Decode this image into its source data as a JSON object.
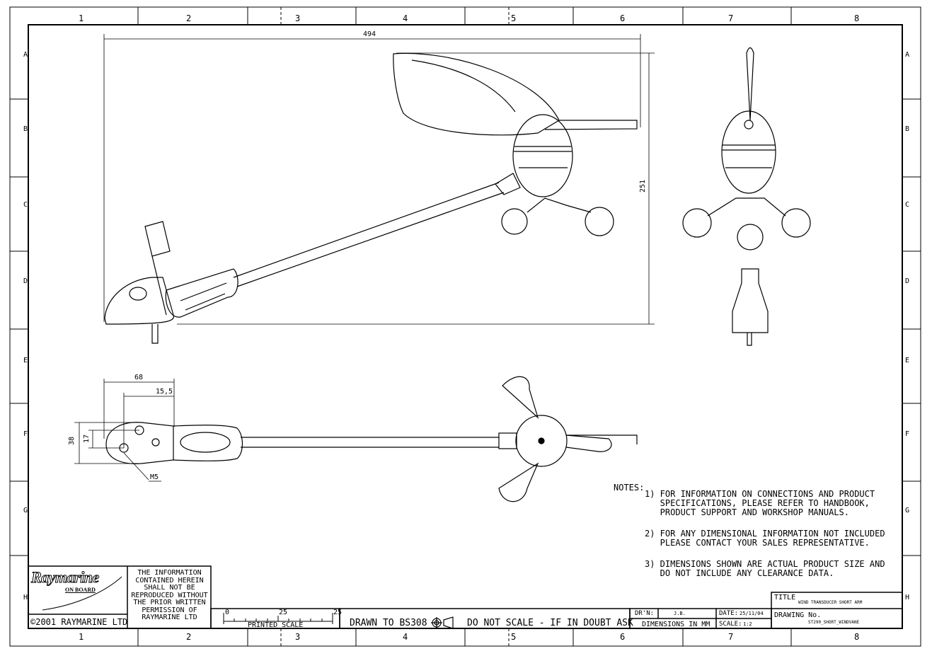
{
  "grid": {
    "columns": [
      "1",
      "2",
      "3",
      "4",
      "5",
      "6",
      "7",
      "8"
    ],
    "rows": [
      "A",
      "B",
      "C",
      "D",
      "E",
      "F",
      "G",
      "H"
    ]
  },
  "dimensions": {
    "overall_length": "494",
    "overall_height": "251",
    "base_length": "68",
    "base_offset": "15,5",
    "base_width": "38",
    "base_hole_spacing": "17",
    "thread": "M5"
  },
  "notes": {
    "heading": "NOTES:",
    "items": [
      "1) FOR INFORMATION ON CONNECTIONS AND PRODUCT\n   SPECIFICATIONS, PLEASE REFER TO HANDBOOK,\n   PRODUCT SUPPORT AND WORKSHOP MANUALS.",
      "2) FOR ANY DIMENSIONAL INFORMATION NOT INCLUDED\n   PLEASE CONTACT YOUR SALES REPRESENTATIVE.",
      "3) DIMENSIONS SHOWN ARE ACTUAL PRODUCT SIZE AND\n   DO NOT INCLUDE ANY CLEARANCE DATA."
    ]
  },
  "title_block": {
    "logo_text": "Raymarine",
    "logo_subtext": "ON BOARD",
    "copyright": "©2001 RAYMARINE LTD",
    "info_lines": [
      "THE INFORMATION",
      "CONTAINED HEREIN",
      "SHALL NOT BE",
      "REPRODUCED WITHOUT",
      "THE PRIOR WRITTEN",
      "PERMISSION OF",
      "RAYMARINE LTD"
    ],
    "scale_ticks": [
      "0",
      "25",
      "25"
    ],
    "printed_scale_label": "PRINTED SCALE",
    "drawn_to": "DRAWN TO BS308",
    "do_not_scale": "DO NOT SCALE - IF IN DOUBT ASK",
    "drawn_by_label": "DR'N:",
    "drawn_by": "J.B.",
    "date_label": "DATE:",
    "date": "25/11/04",
    "dimensions_in": "DIMENSIONS IN MM",
    "scale_label": "SCALE:",
    "scale": "1:2",
    "title_label": "TITLE",
    "title": "WIND TRANSDUCER SHORT ARM",
    "drawing_no_label": "DRAWING No.",
    "drawing_no": "ST290_SHORT_WINDVANE"
  }
}
